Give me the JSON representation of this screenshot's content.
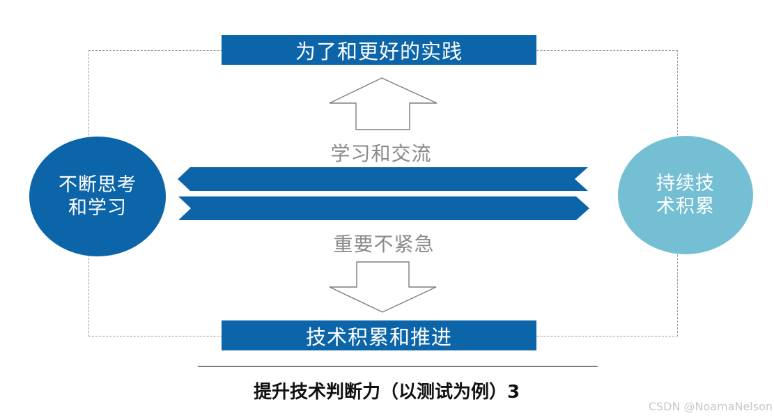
{
  "colors": {
    "primary_blue": "#0C65A8",
    "light_blue": "#74BFD4",
    "banner_text": "#FFFFFF",
    "label_gray": "#8A8A8A",
    "outline_gray": "#7E7E7E",
    "dashed_gray": "#9B9B9B",
    "line_gray": "#7F7F7F",
    "caption_black": "#111111",
    "watermark_gray": "#C7C7C7"
  },
  "diagram": {
    "top_banner_label": "为了和更好的实践",
    "up_arrow_label": "学习和交流",
    "down_arrow_label": "重要不紧急",
    "bottom_banner_label": "技术积累和推进",
    "left_circle": {
      "line1": "不断思考",
      "line2": "和学习"
    },
    "right_circle": {
      "line1": "持续技",
      "line2": "术积累"
    }
  },
  "caption": "提升技术判断力（以测试为例）3",
  "watermark": "CSDN @NoamaNelson"
}
